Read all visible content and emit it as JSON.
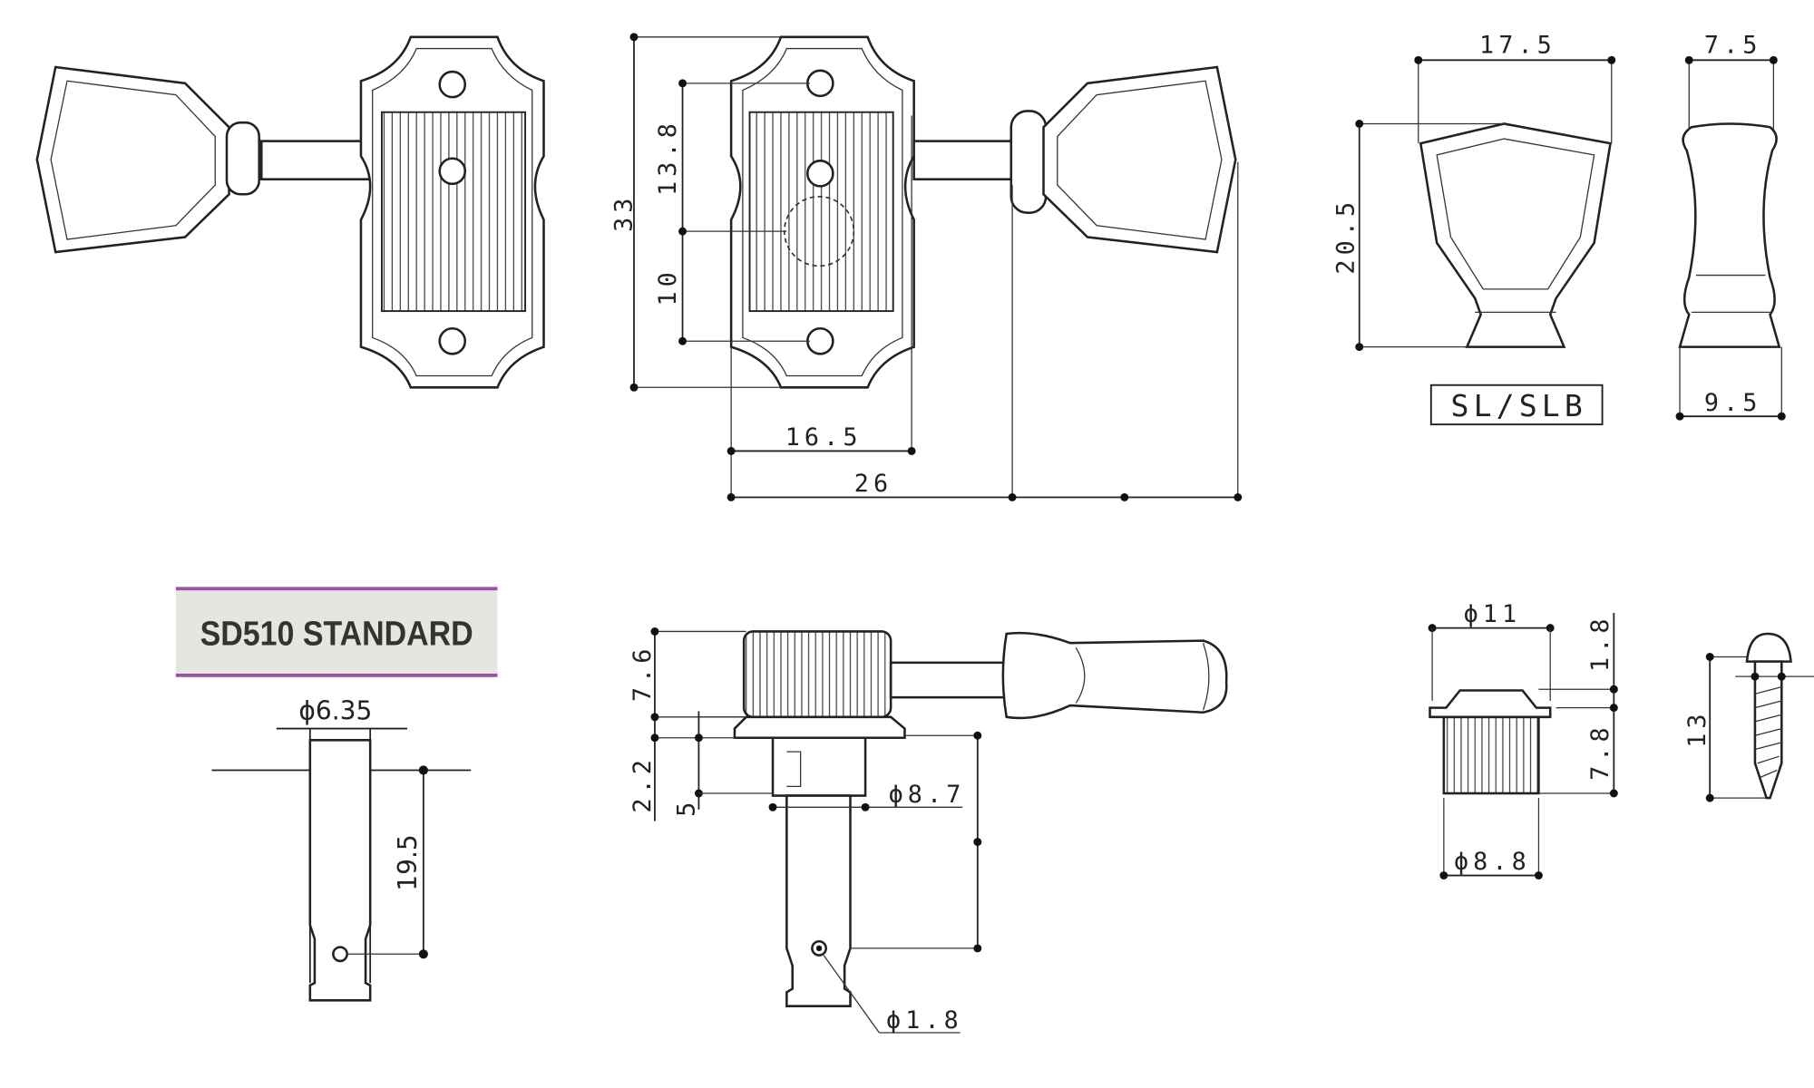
{
  "top_middle": {
    "height_33": "33",
    "hole_13_8": "13.8",
    "hole_10": "10",
    "width_16_5": "16.5",
    "width_26": "26"
  },
  "top_right": {
    "width_17_5": "17.5",
    "height_20_5": "20.5",
    "model_label": "SL/SLB",
    "side_top_7_5": "7.5",
    "side_bottom_9_5": "9.5"
  },
  "bottom_left": {
    "title": "SD510 STANDARD",
    "diameter": "ϕ6.35",
    "length": "19.5",
    "accent_color": "#9b4fa8"
  },
  "bottom_middle": {
    "cap_height": "7.6",
    "flange": "2.2",
    "collar": "5",
    "post_diameter": "ϕ8.7",
    "hole_diameter": "ϕ1.8"
  },
  "bottom_right": {
    "bushing_top_diameter": "ϕ11",
    "bushing_flange": "1.8",
    "bushing_height": "7.8",
    "bushing_bottom_diameter": "ϕ8.8",
    "screw_length": "13"
  }
}
